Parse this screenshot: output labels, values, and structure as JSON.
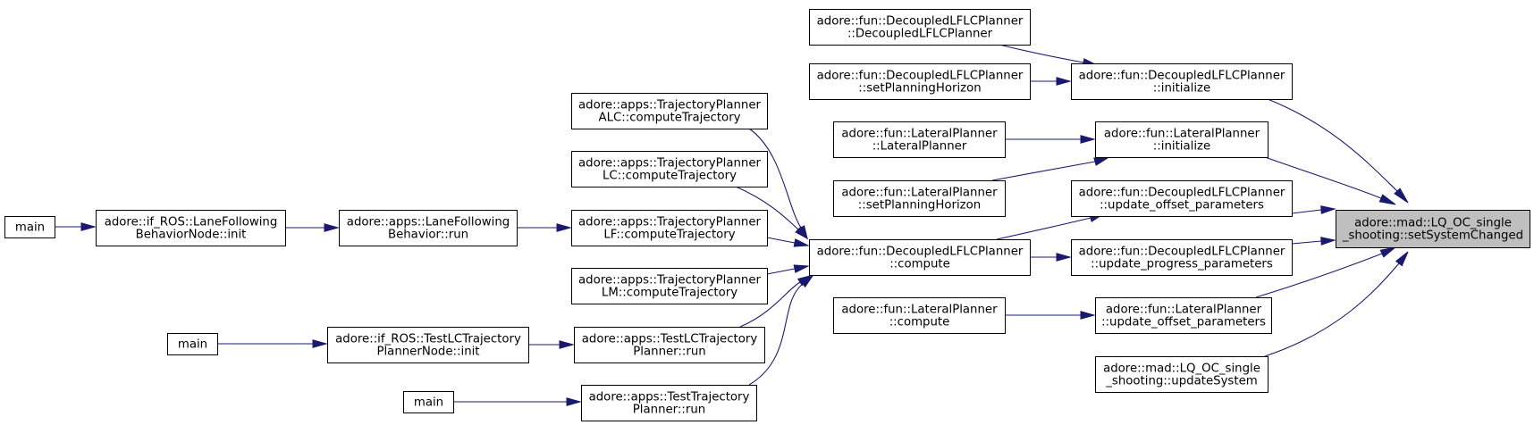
{
  "graph": {
    "colors": {
      "edge": "#191970",
      "root_fill": "#bfbfbf",
      "node_fill": "#ffffff",
      "border": "#000000"
    },
    "nodes": {
      "root": {
        "lines": [
          "adore::mad::LQ_OC_single",
          "_shooting::setSystemChanged"
        ],
        "root": true
      },
      "dlfc_init": {
        "lines": [
          "adore::fun::DecoupledLFLCPlanner",
          "::initialize"
        ]
      },
      "dlfc_ctor": {
        "lines": [
          "adore::fun::DecoupledLFLCPlanner",
          "::DecoupledLFLCPlanner"
        ]
      },
      "dlfc_sph": {
        "lines": [
          "adore::fun::DecoupledLFLCPlanner",
          "::setPlanningHorizon"
        ]
      },
      "lat_init": {
        "lines": [
          "adore::fun::LateralPlanner",
          "::initialize"
        ]
      },
      "lat_ctor": {
        "lines": [
          "adore::fun::LateralPlanner",
          "::LateralPlanner"
        ]
      },
      "lat_sph": {
        "lines": [
          "adore::fun::LateralPlanner",
          "::setPlanningHorizon"
        ]
      },
      "dlfc_uop": {
        "lines": [
          "adore::fun::DecoupledLFLCPlanner",
          "::update_offset_parameters"
        ]
      },
      "dlfc_upp": {
        "lines": [
          "adore::fun::DecoupledLFLCPlanner",
          "::update_progress_parameters"
        ]
      },
      "dlfc_compute": {
        "lines": [
          "adore::fun::DecoupledLFLCPlanner",
          "::compute"
        ]
      },
      "lat_uop": {
        "lines": [
          "adore::fun::LateralPlanner",
          "::update_offset_parameters"
        ]
      },
      "lat_compute": {
        "lines": [
          "adore::fun::LateralPlanner",
          "::compute"
        ]
      },
      "updsys": {
        "lines": [
          "adore::mad::LQ_OC_single",
          "_shooting::updateSystem"
        ]
      },
      "tp_alc": {
        "lines": [
          "adore::apps::TrajectoryPlanner",
          "ALC::computeTrajectory"
        ]
      },
      "tp_lc": {
        "lines": [
          "adore::apps::TrajectoryPlanner",
          "LC::computeTrajectory"
        ]
      },
      "tp_lf": {
        "lines": [
          "adore::apps::TrajectoryPlanner",
          "LF::computeTrajectory"
        ]
      },
      "tp_lm": {
        "lines": [
          "adore::apps::TrajectoryPlanner",
          "LM::computeTrajectory"
        ]
      },
      "tlc_run": {
        "lines": [
          "adore::apps::TestLCTrajectory",
          "Planner::run"
        ]
      },
      "ttp_run": {
        "lines": [
          "adore::apps::TestTrajectory",
          "Planner::run"
        ]
      },
      "lfb_run": {
        "lines": [
          "adore::apps::LaneFollowing",
          "Behavior::run"
        ]
      },
      "lfbn_init": {
        "lines": [
          "adore::if_ROS::LaneFollowing",
          "BehaviorNode::init"
        ]
      },
      "tlcn_init": {
        "lines": [
          "adore::if_ROS::TestLCTrajectory",
          "PlannerNode::init"
        ]
      },
      "main1": {
        "lines": [
          "main"
        ]
      },
      "main2": {
        "lines": [
          "main"
        ]
      },
      "main3": {
        "lines": [
          "main"
        ]
      }
    },
    "edges": [
      {
        "from": "dlfc_init",
        "to": "root"
      },
      {
        "from": "lat_init",
        "to": "root"
      },
      {
        "from": "dlfc_uop",
        "to": "root"
      },
      {
        "from": "dlfc_upp",
        "to": "root"
      },
      {
        "from": "lat_uop",
        "to": "root"
      },
      {
        "from": "updsys",
        "to": "root"
      },
      {
        "from": "dlfc_ctor",
        "to": "dlfc_init"
      },
      {
        "from": "dlfc_sph",
        "to": "dlfc_init"
      },
      {
        "from": "lat_ctor",
        "to": "lat_init"
      },
      {
        "from": "lat_sph",
        "to": "lat_init"
      },
      {
        "from": "dlfc_compute",
        "to": "dlfc_uop"
      },
      {
        "from": "dlfc_compute",
        "to": "dlfc_upp"
      },
      {
        "from": "lat_compute",
        "to": "lat_uop"
      },
      {
        "from": "tp_alc",
        "to": "dlfc_compute"
      },
      {
        "from": "tp_lc",
        "to": "dlfc_compute"
      },
      {
        "from": "tp_lf",
        "to": "dlfc_compute"
      },
      {
        "from": "tp_lm",
        "to": "dlfc_compute"
      },
      {
        "from": "tlc_run",
        "to": "dlfc_compute"
      },
      {
        "from": "ttp_run",
        "to": "dlfc_compute"
      },
      {
        "from": "lfb_run",
        "to": "tp_lf"
      },
      {
        "from": "lfbn_init",
        "to": "lfb_run"
      },
      {
        "from": "main1",
        "to": "lfbn_init"
      },
      {
        "from": "tlcn_init",
        "to": "tlc_run"
      },
      {
        "from": "main2",
        "to": "tlcn_init"
      },
      {
        "from": "main3",
        "to": "ttp_run"
      }
    ]
  }
}
